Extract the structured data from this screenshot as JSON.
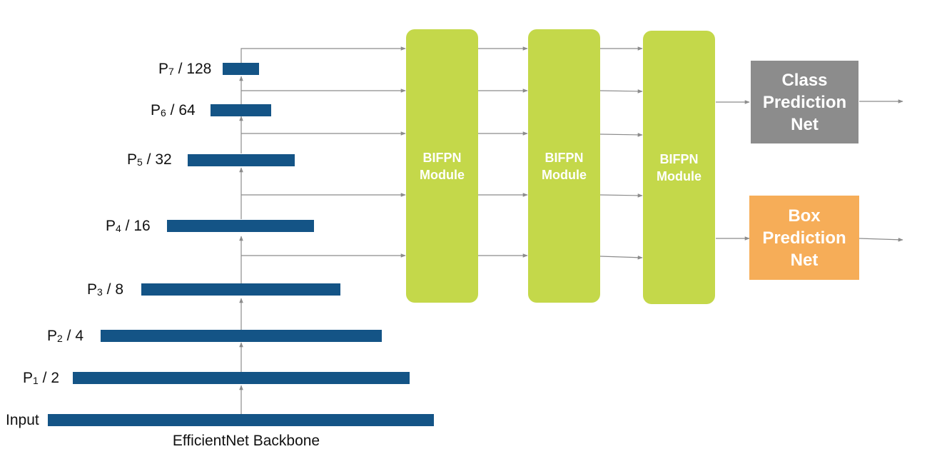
{
  "backbone": {
    "caption": "EfficientNet Backbone",
    "levels": [
      {
        "id": "p7",
        "prefix": "P",
        "sub": "7",
        "suffix": " / 128"
      },
      {
        "id": "p6",
        "prefix": "P",
        "sub": "6",
        "suffix": " / 64"
      },
      {
        "id": "p5",
        "prefix": "P",
        "sub": "5",
        "suffix": " / 32"
      },
      {
        "id": "p4",
        "prefix": "P",
        "sub": "4",
        "suffix": " / 16"
      },
      {
        "id": "p3",
        "prefix": "P",
        "sub": "3",
        "suffix": " / 8"
      },
      {
        "id": "p2",
        "prefix": "P",
        "sub": "2",
        "suffix": " / 4"
      },
      {
        "id": "p1",
        "prefix": "P",
        "sub": "1",
        "suffix": " / 2"
      },
      {
        "id": "input",
        "prefix": "Input",
        "sub": "",
        "suffix": ""
      }
    ]
  },
  "modules": [
    {
      "line1": "BIFPN",
      "line2": "Module"
    },
    {
      "line1": "BIFPN",
      "line2": "Module"
    },
    {
      "line1": "BIFPN",
      "line2": "Module"
    }
  ],
  "heads": {
    "class": {
      "line1": "Class",
      "line2": "Prediction",
      "line3": "Net",
      "color": "#8c8c8c"
    },
    "box": {
      "line1": "Box",
      "line2": "Prediction",
      "line3": "Net",
      "color": "#f6ad58"
    }
  },
  "colors": {
    "bar": "#145486",
    "module": "#c4d84a",
    "arrow": "#8c8c8c"
  }
}
